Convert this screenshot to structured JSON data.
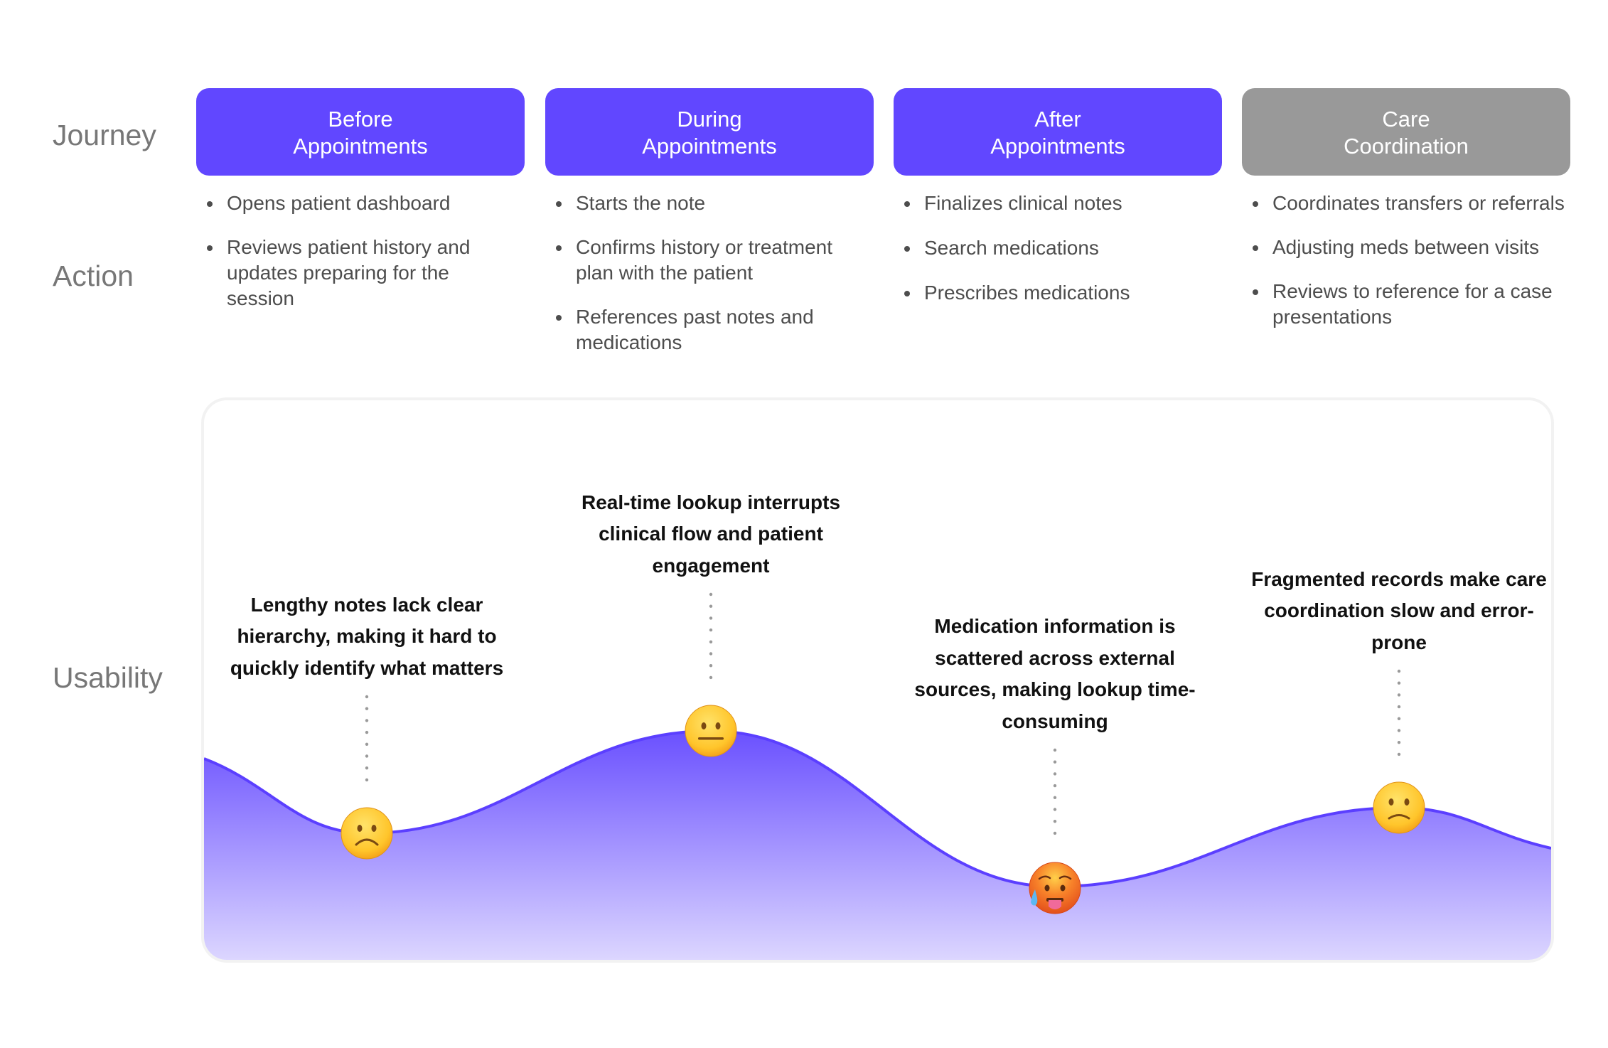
{
  "row_labels": {
    "journey": "Journey",
    "action": "Action",
    "usability": "Usability"
  },
  "stages": [
    {
      "title": "Before\nAppointments",
      "status": "active",
      "actions": [
        "Opens patient dashboard",
        "Reviews patient history and updates preparing for the session"
      ]
    },
    {
      "title": "During\nAppointments",
      "status": "active",
      "actions": [
        "Starts the note",
        "Confirms history or treatment plan with the patient",
        "References past notes and medications"
      ]
    },
    {
      "title": "After\nAppointments",
      "status": "active",
      "actions": [
        "Finalizes clinical notes",
        "Search medications",
        "Prescribes medications"
      ]
    },
    {
      "title": "Care\nCoordination",
      "status": "inactive",
      "actions": [
        "Coordinates transfers or referrals",
        "Adjusting meds between visits",
        "Reviews to reference for a case presentations"
      ]
    }
  ],
  "usability": {
    "points": [
      {
        "stage": "Before Appointments",
        "emoji": "frowning-face",
        "sentiment": "negative",
        "score": 0.27,
        "annotation": "Lengthy notes lack clear hierarchy, making it hard to quickly identify what matters"
      },
      {
        "stage": "During Appointments",
        "emoji": "neutral-face",
        "sentiment": "neutral",
        "score": 0.75,
        "annotation": "Real-time lookup interrupts clinical flow and patient engagement"
      },
      {
        "stage": "After Appointments",
        "emoji": "hot-face",
        "sentiment": "very-negative",
        "score": 0.02,
        "annotation": "Medication information is scattered across external sources, making lookup time-consuming"
      },
      {
        "stage": "Care Coordination",
        "emoji": "slightly-frowning-face",
        "sentiment": "slightly-negative",
        "score": 0.39,
        "annotation": "Fragmented records make care coordination slow and error-prone"
      }
    ],
    "start_score": 0.62,
    "end_score": 0.2
  },
  "colors": {
    "accent": "#6147FF",
    "inactive": "#999999",
    "curve_stroke": "#5B3FFF",
    "fill_top": "#6A50FF",
    "fill_bottom": "#DCD6FF",
    "label_text": "#777777",
    "body_text": "#4D4D4D",
    "connector": "#9A9A9A"
  }
}
